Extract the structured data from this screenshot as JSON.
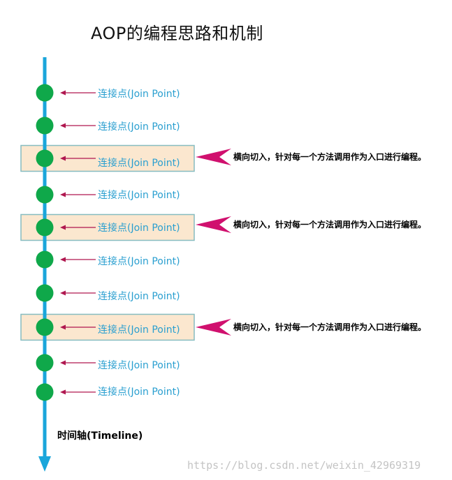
{
  "title": "AOP的编程思路和机制",
  "timeline_label": "时间轴(Timeline)",
  "join_points": [
    {
      "label": "连接点(Join Point)",
      "highlighted": false
    },
    {
      "label": "连接点(Join Point)",
      "highlighted": false
    },
    {
      "label": "连接点(Join Point)",
      "highlighted": true
    },
    {
      "label": "连接点(Join Point)",
      "highlighted": false
    },
    {
      "label": "连接点(Join Point)",
      "highlighted": true
    },
    {
      "label": "连接点(Join Point)",
      "highlighted": false
    },
    {
      "label": "连接点(Join Point)",
      "highlighted": false
    },
    {
      "label": "连接点(Join Point)",
      "highlighted": true
    },
    {
      "label": "连接点(Join Point)",
      "highlighted": false
    },
    {
      "label": "连接点(Join Point)",
      "highlighted": false
    }
  ],
  "cross_cuts": [
    {
      "label": "横向切入，针对每一个方法调用作为入口进行编程。"
    },
    {
      "label": "横向切入，针对每一个方法调用作为入口进行编程。"
    },
    {
      "label": "横向切入，针对每一个方法调用作为入口进行编程。"
    }
  ],
  "watermark": "https://blog.csdn.net/weixin_42969319",
  "colors": {
    "timeline": "#1aa6db",
    "node": "#0fa84a",
    "small_arrow": "#b0174f",
    "big_arrow": "#d0106e",
    "highlight_fill": "#fbe7cf",
    "highlight_border": "#86bcc0",
    "label": "#2a9fd0"
  }
}
